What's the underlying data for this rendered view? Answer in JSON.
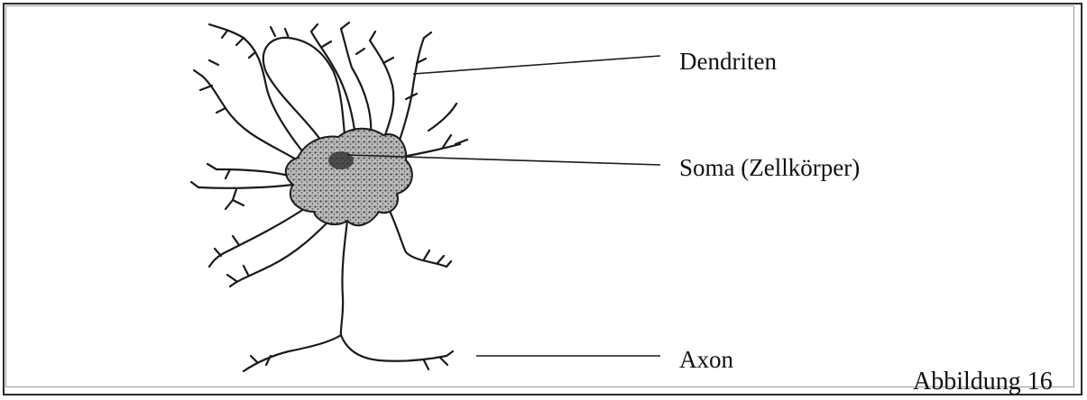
{
  "labels": {
    "dendrites": "Dendriten",
    "soma": "Soma (Zellkörper)",
    "axon": "Axon"
  },
  "caption": "Abbildung 16",
  "colors": {
    "ink": "#111111",
    "soma_fill": "#8a8a8a",
    "frame": "#2a2a2a"
  }
}
